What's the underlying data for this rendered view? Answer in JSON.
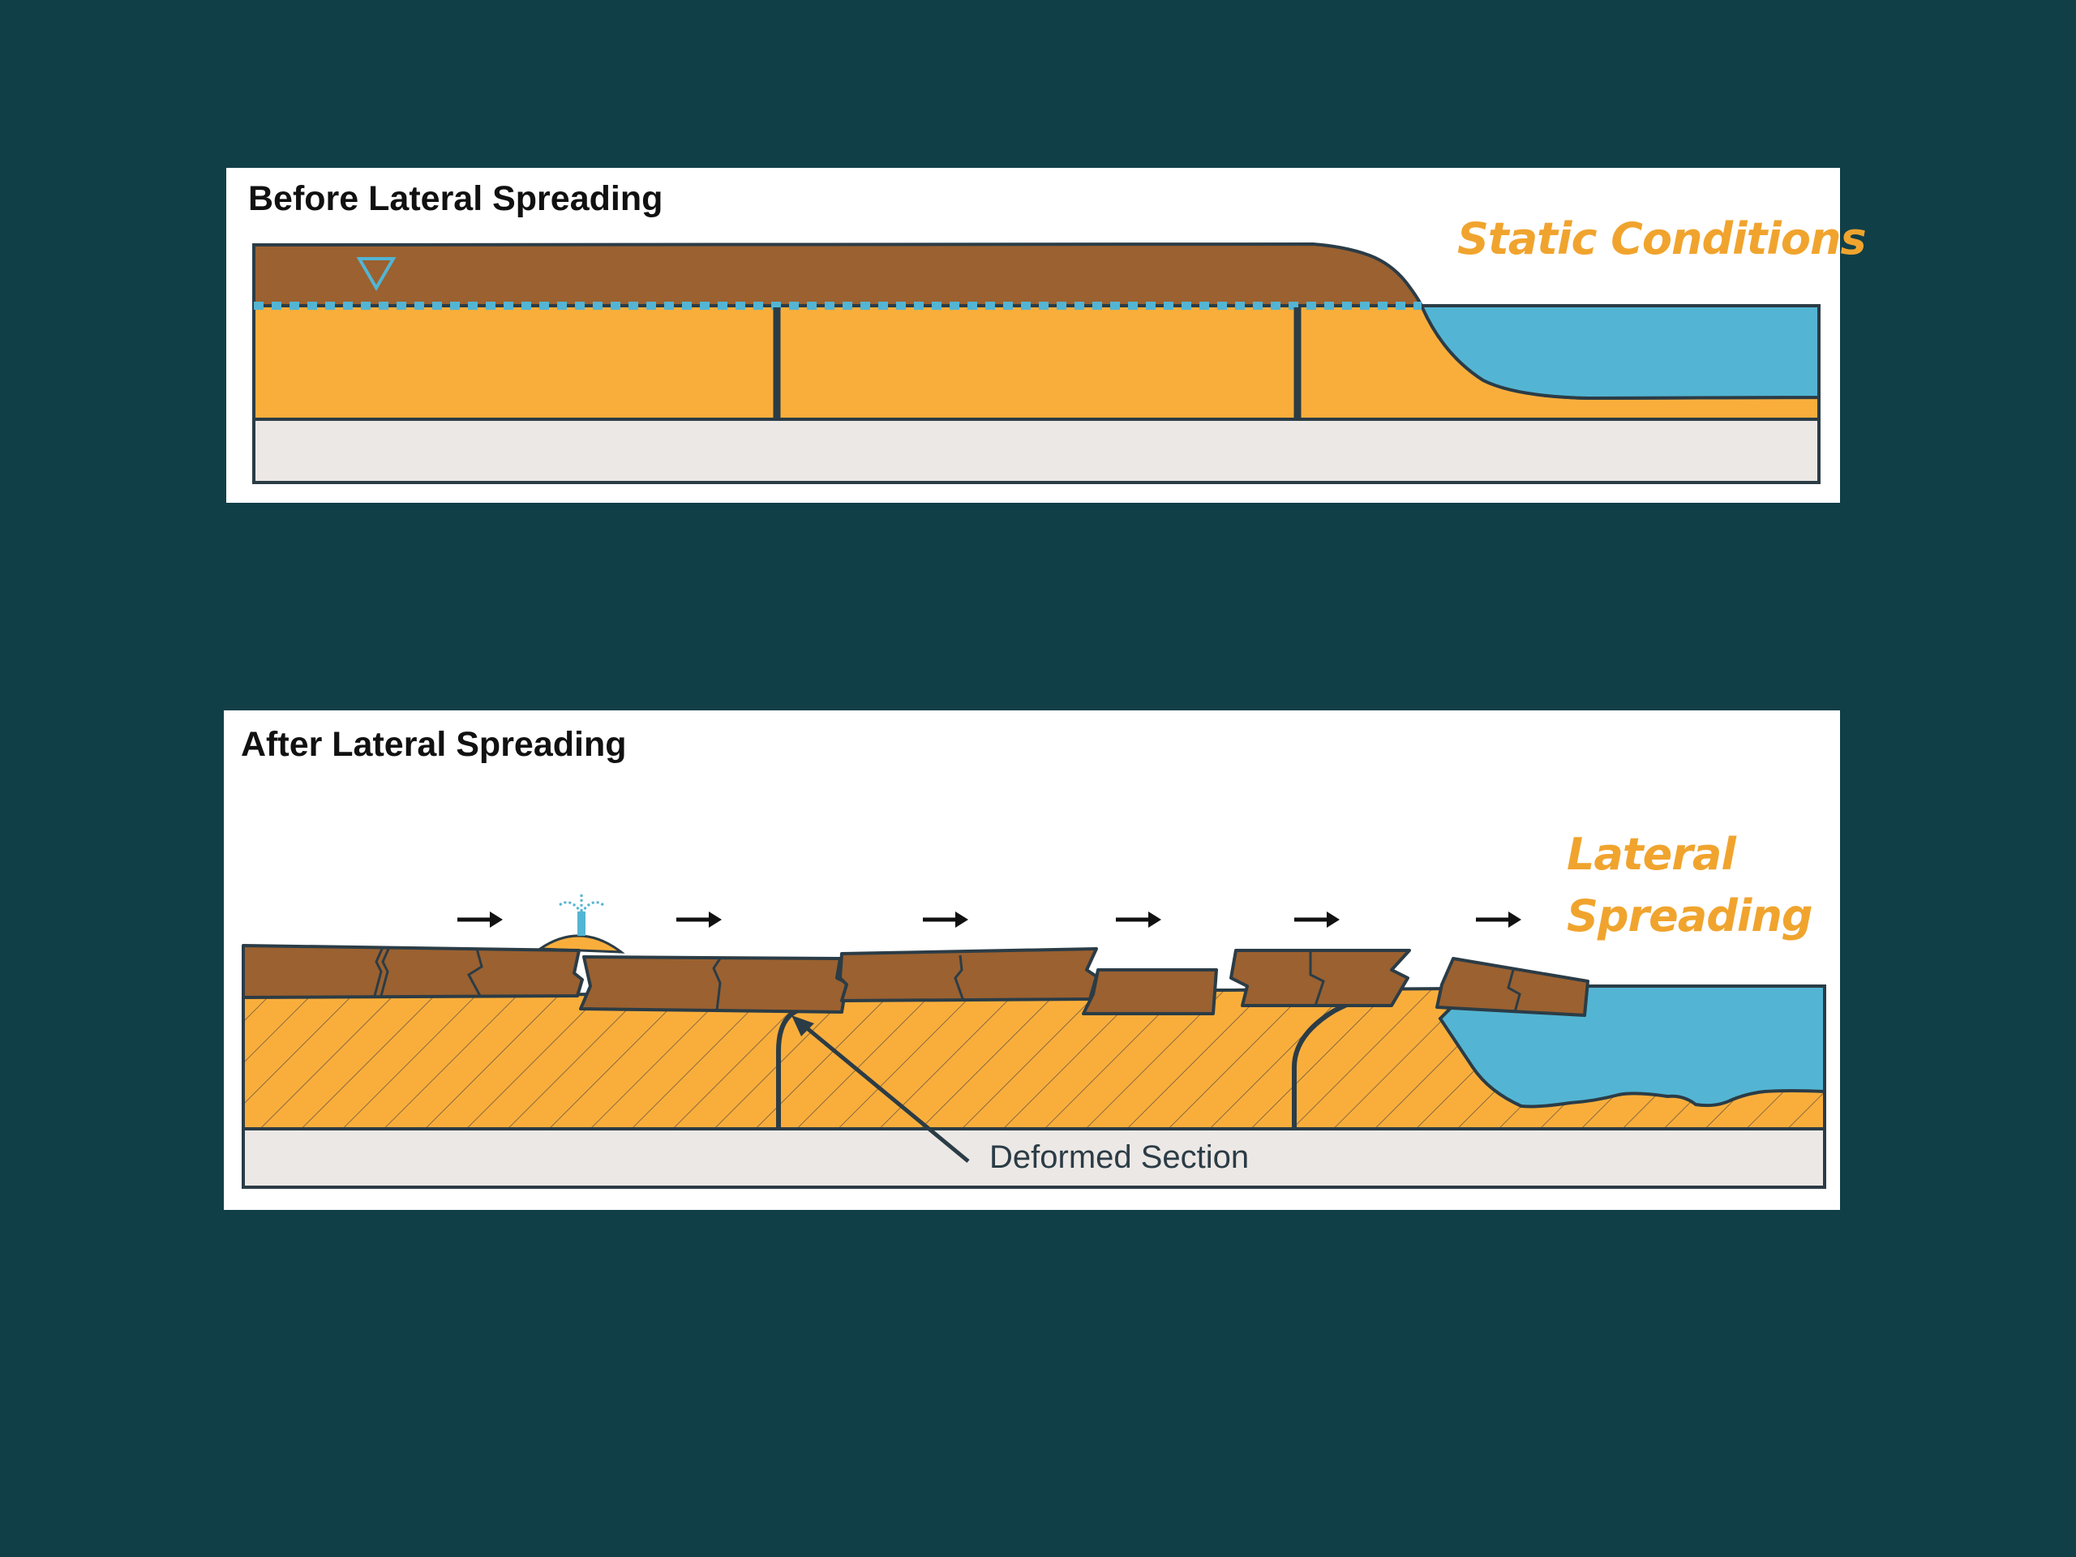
{
  "before": {
    "title": "Before Lateral Spreading",
    "condition_label": "Static Conditions"
  },
  "after": {
    "title": "After Lateral Spreading",
    "condition_label_line1": "Lateral",
    "condition_label_line2": "Spreading",
    "callout": "Deformed Section"
  },
  "colors": {
    "background": "#113f48",
    "panel": "#ffffff",
    "crust": "#9b6130",
    "sand": "#f9ae3c",
    "water": "#53b5d3",
    "bedrock": "#ece8e5",
    "outline": "#2b3c46",
    "accent_label": "#f0a42e"
  },
  "icons": [
    "water-table-triangle-icon",
    "sand-boil-icon",
    "movement-arrow-icon"
  ]
}
